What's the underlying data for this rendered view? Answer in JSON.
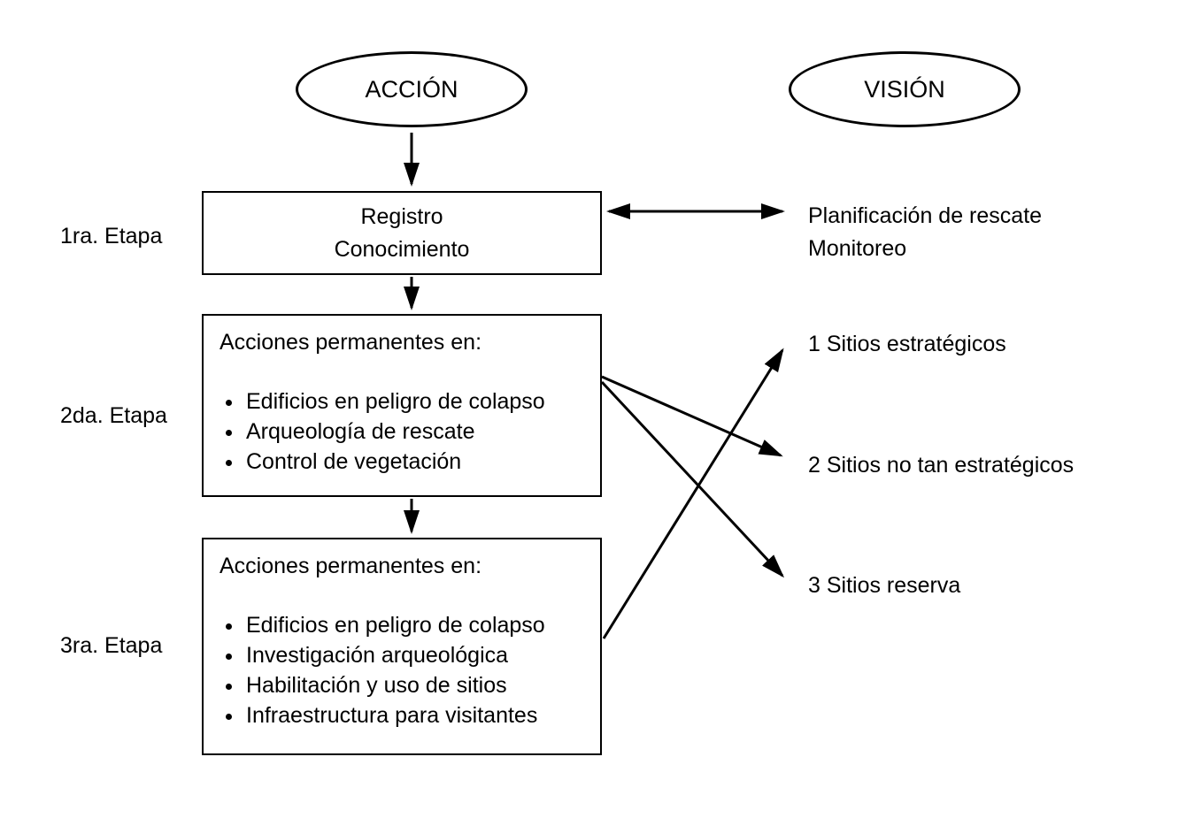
{
  "diagram": {
    "ellipses": {
      "accion": "ACCIÓN",
      "vision": "VISIÓN"
    },
    "stages": [
      {
        "label": "1ra. Etapa"
      },
      {
        "label": "2da. Etapa"
      },
      {
        "label": "3ra. Etapa"
      }
    ],
    "box1": {
      "line1": "Registro",
      "line2": "Conocimiento"
    },
    "box2": {
      "title": "Acciones permanentes en:",
      "items": [
        "Edificios en peligro de colapso",
        "Arqueología de rescate",
        "Control de vegetación"
      ]
    },
    "box3": {
      "title": "Acciones permanentes en:",
      "items": [
        "Edificios en peligro de colapso",
        "Investigación arqueológica",
        "Habilitación y uso de sitios",
        "Infraestructura para visitantes"
      ]
    },
    "vision": {
      "planning_line1": "Planificación de rescate",
      "planning_line2": "Monitoreo",
      "site1": "1 Sitios estratégicos",
      "site2": "2 Sitios no tan estratégicos",
      "site3": "3 Sitios reserva"
    },
    "colors": {
      "stroke": "#000000",
      "background": "#ffffff"
    }
  }
}
